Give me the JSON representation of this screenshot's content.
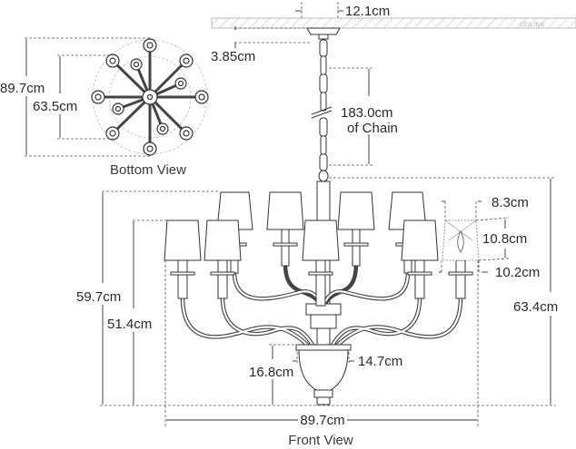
{
  "ceiling": {
    "label": "CEILING"
  },
  "dimensions": {
    "canopy_width": "12.1cm",
    "canopy_height": "3.85cm",
    "chain_length": "183.0cm",
    "chain_suffix": "of Chain",
    "bottom_outer_diameter": "89.7cm",
    "bottom_inner_diameter": "63.5cm",
    "overall_height_upper": "59.7cm",
    "overall_height_lower": "51.4cm",
    "total_height": "63.4cm",
    "front_width": "89.7cm",
    "shade_top_width": "8.3cm",
    "shade_height": "10.8cm",
    "shade_bottom_width": "10.2cm",
    "bowl_height": "16.8cm",
    "bowl_width": "14.7cm"
  },
  "captions": {
    "bottom_view": "Bottom View",
    "front_view": "Front View"
  }
}
